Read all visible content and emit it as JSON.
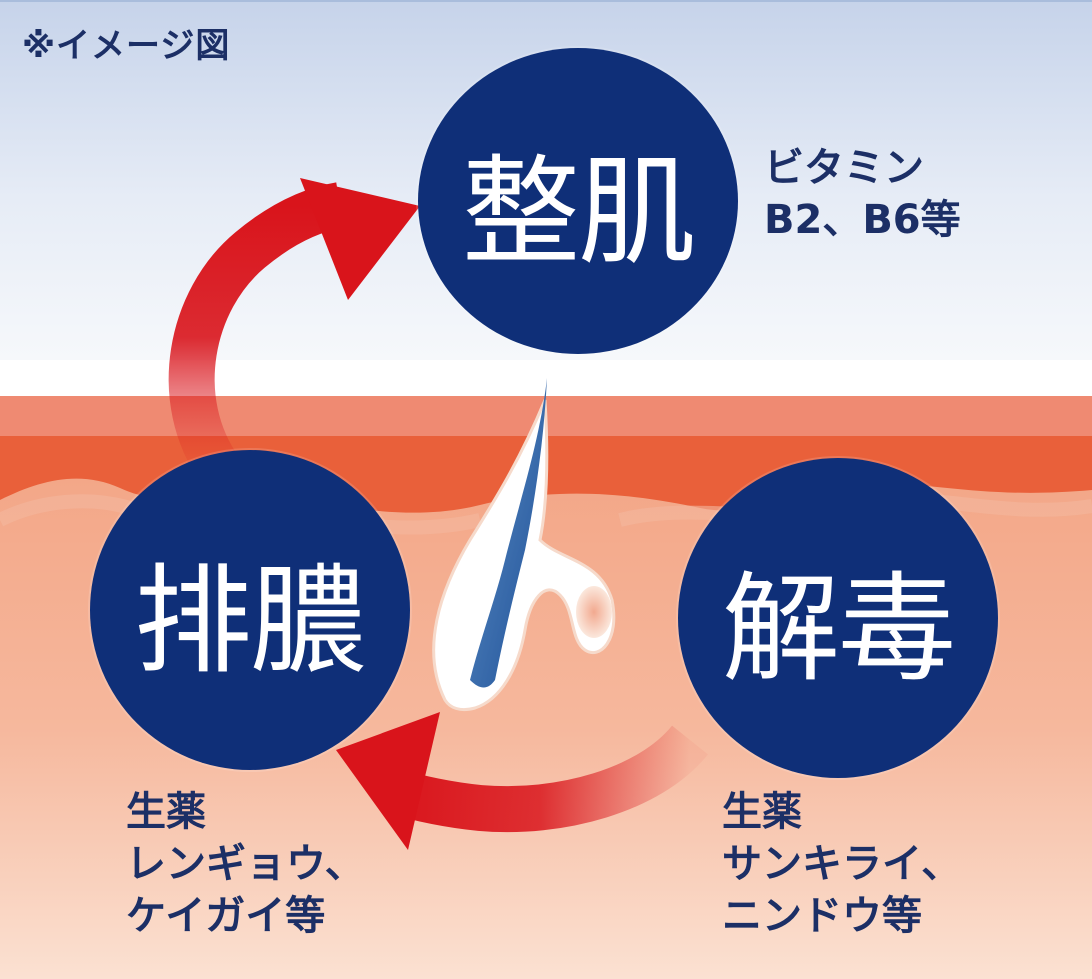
{
  "note": "※イメージ図",
  "nodes": {
    "top": {
      "label": "整肌",
      "ingredient_lines": [
        "ビタミン",
        "B2、B6等"
      ]
    },
    "left": {
      "label": "排膿",
      "ingredient_lines": [
        "生薬",
        "レンギョウ、",
        "ケイガイ等"
      ]
    },
    "right": {
      "label": "解毒",
      "ingredient_lines": [
        "生薬",
        "サンキライ、",
        "ニンドウ等"
      ]
    }
  },
  "colors": {
    "circle": "#0f2f78",
    "text": "#1c2f66",
    "arrow": "#d9141b",
    "sky": "#c9d6ec",
    "skin_outer": "#e9603a",
    "skin_inner": "#f7c0a4"
  }
}
